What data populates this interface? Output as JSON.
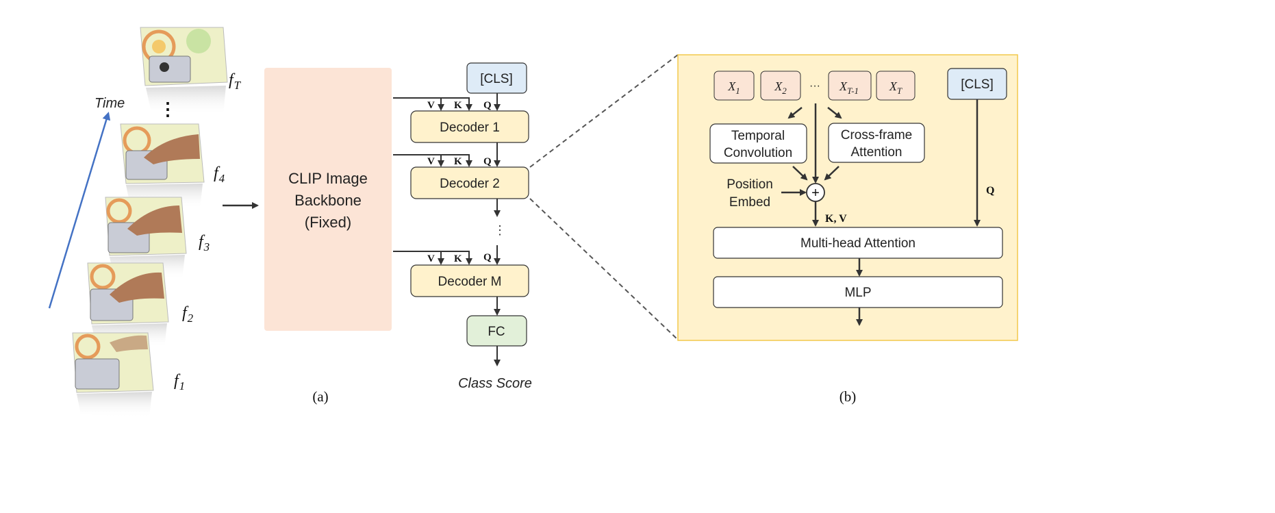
{
  "part_a": {
    "caption": "(a)",
    "time_label": "Time",
    "frames": [
      {
        "label": "f",
        "sub": "T"
      },
      {
        "label": "f",
        "sub": "4"
      },
      {
        "label": "f",
        "sub": "3"
      },
      {
        "label": "f",
        "sub": "2"
      },
      {
        "label": "f",
        "sub": "1"
      }
    ],
    "backbone": {
      "line1": "CLIP Image",
      "line2": "Backbone",
      "line3": "(Fixed)"
    },
    "cls_token": "[CLS]",
    "decoders": [
      "Decoder 1",
      "Decoder 2",
      "Decoder M"
    ],
    "ellipsis": "⋮",
    "arrow_labels": {
      "v": "V",
      "k": "K",
      "q": "Q"
    },
    "fc": "FC",
    "output": "Class Score"
  },
  "part_b": {
    "caption": "(b)",
    "tokens": [
      {
        "label": "X",
        "sub": "1"
      },
      {
        "label": "X",
        "sub": "2"
      },
      {
        "label": "X",
        "sub": "T-1"
      },
      {
        "label": "X",
        "sub": "T"
      }
    ],
    "token_ellipsis": "···",
    "cls_token": "[CLS]",
    "temporal_conv": {
      "line1": "Temporal",
      "line2": "Convolution"
    },
    "cross_frame": {
      "line1": "Cross-frame",
      "line2": "Attention"
    },
    "position_embed": {
      "line1": "Position",
      "line2": "Embed"
    },
    "plus": "+",
    "kv_label": "K, V",
    "q_label": "Q",
    "mha": "Multi-head Attention",
    "mlp": "MLP"
  },
  "colors": {
    "backbone_fill": "#fce4d6",
    "decoder_fill": "#fff2cc",
    "cls_fill": "#deebf7",
    "fc_fill": "#e2f0d9",
    "panel_fill": "#fff2cc",
    "panel_border": "#f2c94c",
    "token_fill": "#fbe5d6",
    "time_arrow": "#4472c4"
  }
}
